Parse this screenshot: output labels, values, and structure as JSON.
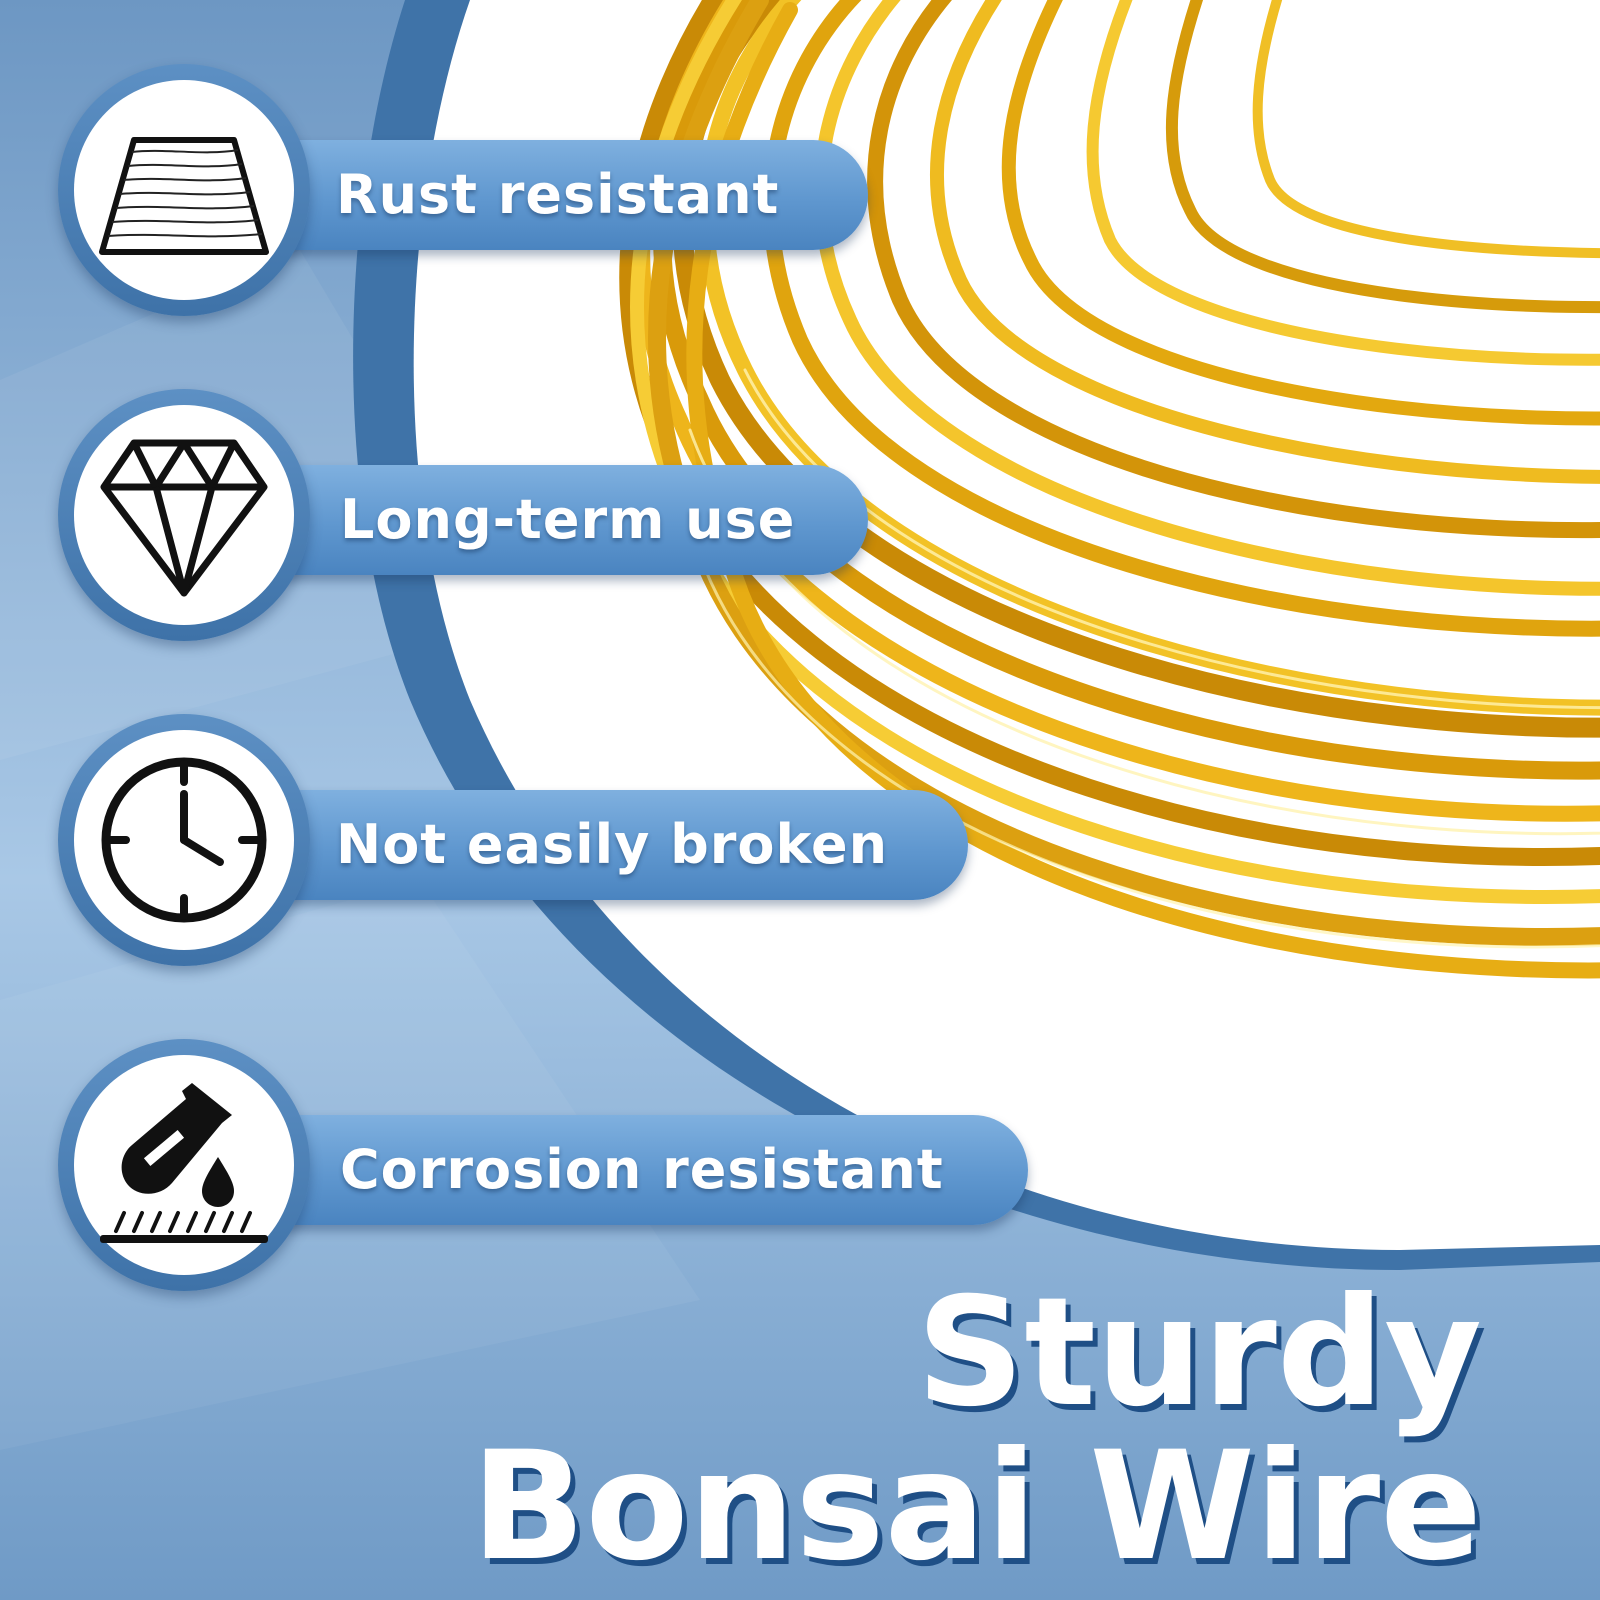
{
  "colors": {
    "background_blue": "#7fa6cd",
    "arc_blue": "#3f73a8",
    "pill_blue": "#5f97cf",
    "wire_gold": "#e8ad12",
    "text_white": "#ffffff",
    "headline_shadow": "#1f4f86"
  },
  "features": [
    {
      "icon": "wire-coil-icon",
      "label": "Rust resistant"
    },
    {
      "icon": "diamond-icon",
      "label": "Long-term use"
    },
    {
      "icon": "clock-icon",
      "label": "Not easily broken"
    },
    {
      "icon": "test-tube-drip-icon",
      "label": "Corrosion resistant"
    }
  ],
  "headline": {
    "line1": "Sturdy",
    "line2": "Bonsai Wire"
  }
}
